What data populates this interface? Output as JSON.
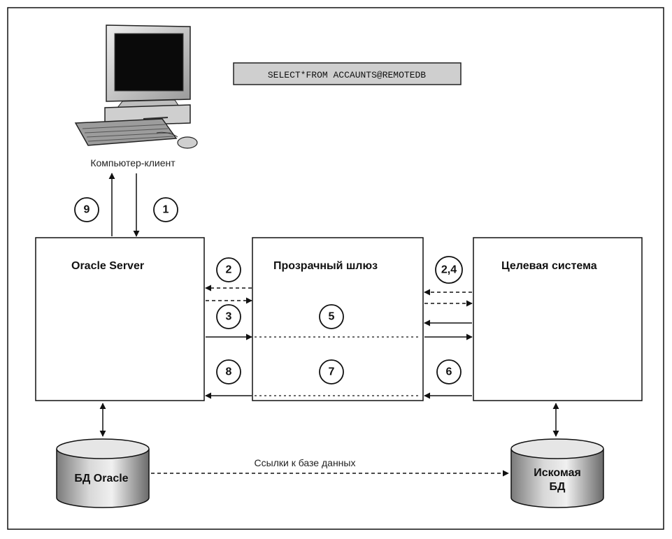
{
  "query": "SELECT*FROM ACCAUNTS@REMOTEDB",
  "client_label": "Компьютер-клиент",
  "boxes": {
    "oracle_server": "Oracle Server",
    "gateway": "Прозрачный шлюз",
    "target_system": "Целевая система"
  },
  "steps": {
    "s1": "1",
    "s2": "2",
    "s3": "3",
    "s24": "2,4",
    "s5": "5",
    "s6": "6",
    "s7": "7",
    "s8": "8",
    "s9": "9"
  },
  "databases": {
    "oracle_db": "БД Oracle",
    "target_db_line1": "Искомая",
    "target_db_line2": "БД"
  },
  "db_link_label": "Ссылки к базе данных"
}
